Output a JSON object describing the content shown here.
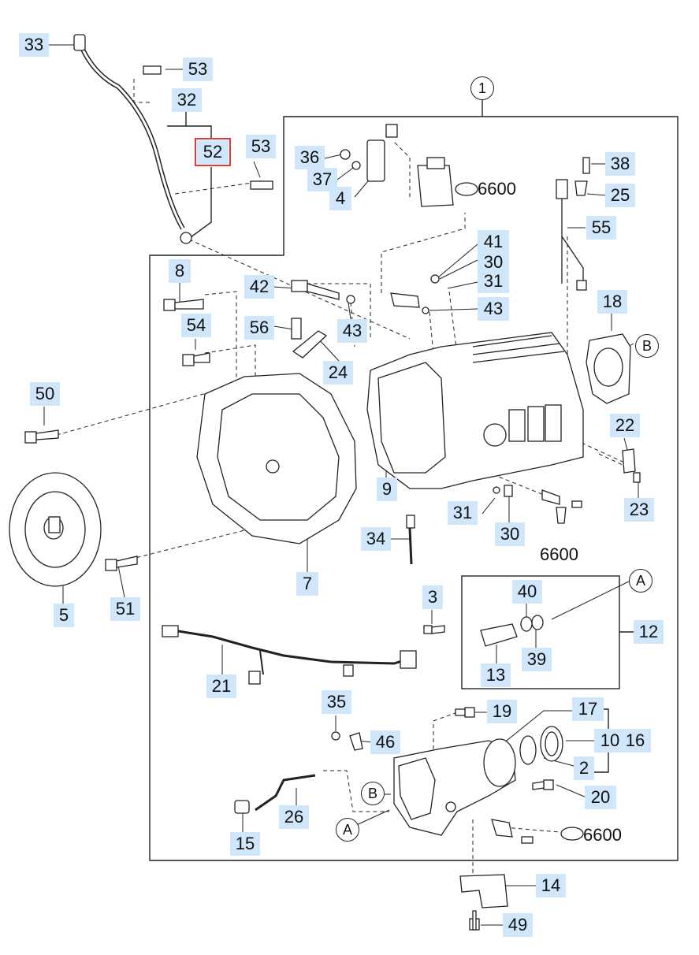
{
  "callouts": {
    "c33": "33",
    "c53a": "53",
    "c32": "32",
    "c52": "52",
    "c53b": "53",
    "c36": "36",
    "c37": "37",
    "c4": "4",
    "c38": "38",
    "c25": "25",
    "c55": "55",
    "c8": "8",
    "c42": "42",
    "c41": "41",
    "c30a": "30",
    "c31a": "31",
    "c43a": "43",
    "c54": "54",
    "c56": "56",
    "c43b": "43",
    "c18": "18",
    "c24": "24",
    "c50": "50",
    "c22": "22",
    "c9": "9",
    "c23": "23",
    "c31b": "31",
    "c30b": "30",
    "c34": "34",
    "c7": "7",
    "c5": "5",
    "c51": "51",
    "c3": "3",
    "c40": "40",
    "c12": "12",
    "c39": "39",
    "c13": "13",
    "c21": "21",
    "c35": "35",
    "c46": "46",
    "c19": "19",
    "c17": "17",
    "c10": "10",
    "c16": "16",
    "c2": "2",
    "c20": "20",
    "c26": "26",
    "c15": "15",
    "c14": "14",
    "c49": "49"
  },
  "plain": {
    "p6600a": "6600",
    "p6600b": "6600",
    "p6600c": "6600"
  },
  "circles": {
    "r1": "1",
    "rB1": "B",
    "rA1": "A",
    "rB2": "B",
    "rA2": "A"
  },
  "selected_callout": "52"
}
